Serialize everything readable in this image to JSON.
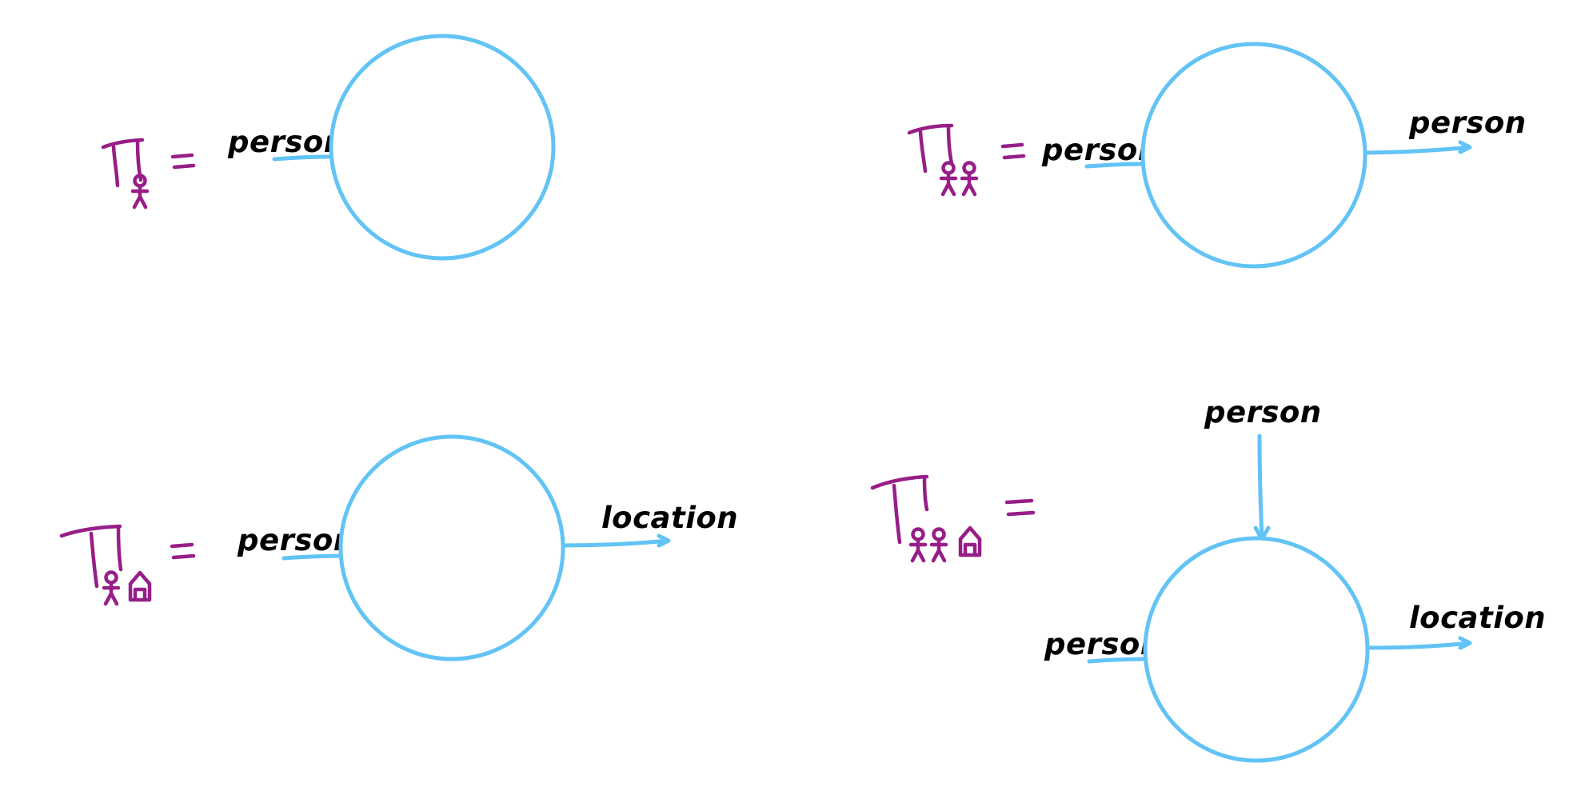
{
  "colors": {
    "wire": "#62c3f5",
    "symbol": "#971e88",
    "label": "#000000",
    "background": "#ffffff"
  },
  "glyph_icons": [
    "person-icon",
    "house-icon"
  ],
  "equations": [
    {
      "id": "pi-person",
      "indices": [
        "person-icon"
      ],
      "wires": [
        {
          "label": "person",
          "side": "left",
          "direction": "in"
        }
      ]
    },
    {
      "id": "pi-person-person",
      "indices": [
        "person-icon",
        "person-icon"
      ],
      "wires": [
        {
          "label": "person",
          "side": "left",
          "direction": "in"
        },
        {
          "label": "person",
          "side": "right",
          "direction": "out"
        }
      ]
    },
    {
      "id": "pi-person-house",
      "indices": [
        "person-icon",
        "house-icon"
      ],
      "wires": [
        {
          "label": "person",
          "side": "left",
          "direction": "in"
        },
        {
          "label": "location",
          "side": "right",
          "direction": "out"
        }
      ]
    },
    {
      "id": "pi-person-person-house",
      "indices": [
        "person-icon",
        "person-icon",
        "house-icon"
      ],
      "wires": [
        {
          "label": "person",
          "side": "top",
          "direction": "in"
        },
        {
          "label": "person",
          "side": "left",
          "direction": "in"
        },
        {
          "label": "location",
          "side": "right",
          "direction": "out"
        }
      ]
    }
  ]
}
